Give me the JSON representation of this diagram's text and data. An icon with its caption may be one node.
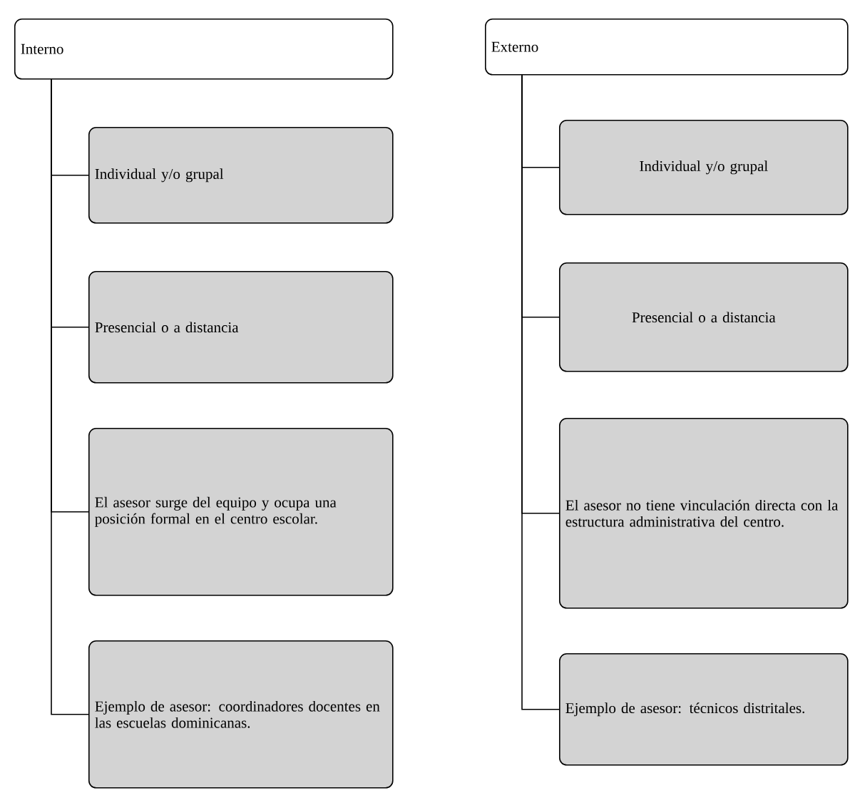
{
  "diagram": {
    "nodes": [
      {
        "text": [
          "Interno"
        ]
      },
      {
        "text": [
          "Individual y/o grupal"
        ]
      },
      {
        "text": [
          "Presencial o a distancia"
        ]
      },
      {
        "text": [
          "El asesor surge del equipo y ocupa una posición formal en el centro escolar."
        ]
      },
      {
        "text": [
          "Ejemplo de asesor: coordinadores docentes en las escuelas dominicanas."
        ]
      },
      {
        "text": [
          "Externo"
        ]
      },
      {
        "text": [
          "Individual y/o grupal"
        ]
      },
      {
        "text": [
          "Presencial o a distancia"
        ]
      },
      {
        "text": [
          "El asesor no tiene vinculación directa con la estructura administrativa del centro."
        ]
      },
      {
        "text": [
          "Ejemplo de asesor: técnicos distritales."
        ]
      }
    ],
    "edges": [
      {
        "from": 0,
        "to": 1,
        "arrow": "none"
      },
      {
        "from": 0,
        "to": 2,
        "arrow": "none"
      },
      {
        "from": 0,
        "to": 3,
        "arrow": "none"
      },
      {
        "from": 0,
        "to": 4,
        "arrow": "none"
      },
      {
        "from": 5,
        "to": 6,
        "arrow": "none"
      },
      {
        "from": 5,
        "to": 7,
        "arrow": "none"
      },
      {
        "from": 5,
        "to": 8,
        "arrow": "none"
      },
      {
        "from": 5,
        "to": 9,
        "arrow": "none"
      }
    ]
  }
}
